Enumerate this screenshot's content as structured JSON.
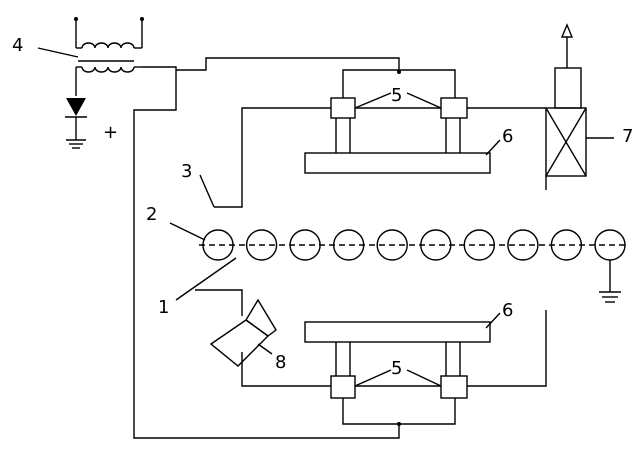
{
  "labels": {
    "l1": "1",
    "l2": "2",
    "l3": "3",
    "l4": "4",
    "l5_top": "5",
    "l5_bottom": "5",
    "l6_top": "6",
    "l6_bottom": "6",
    "l7": "7",
    "l8": "8",
    "plus": "+"
  },
  "roller_count": 10,
  "colors": {
    "line": "#000000",
    "background": "#ffffff"
  }
}
